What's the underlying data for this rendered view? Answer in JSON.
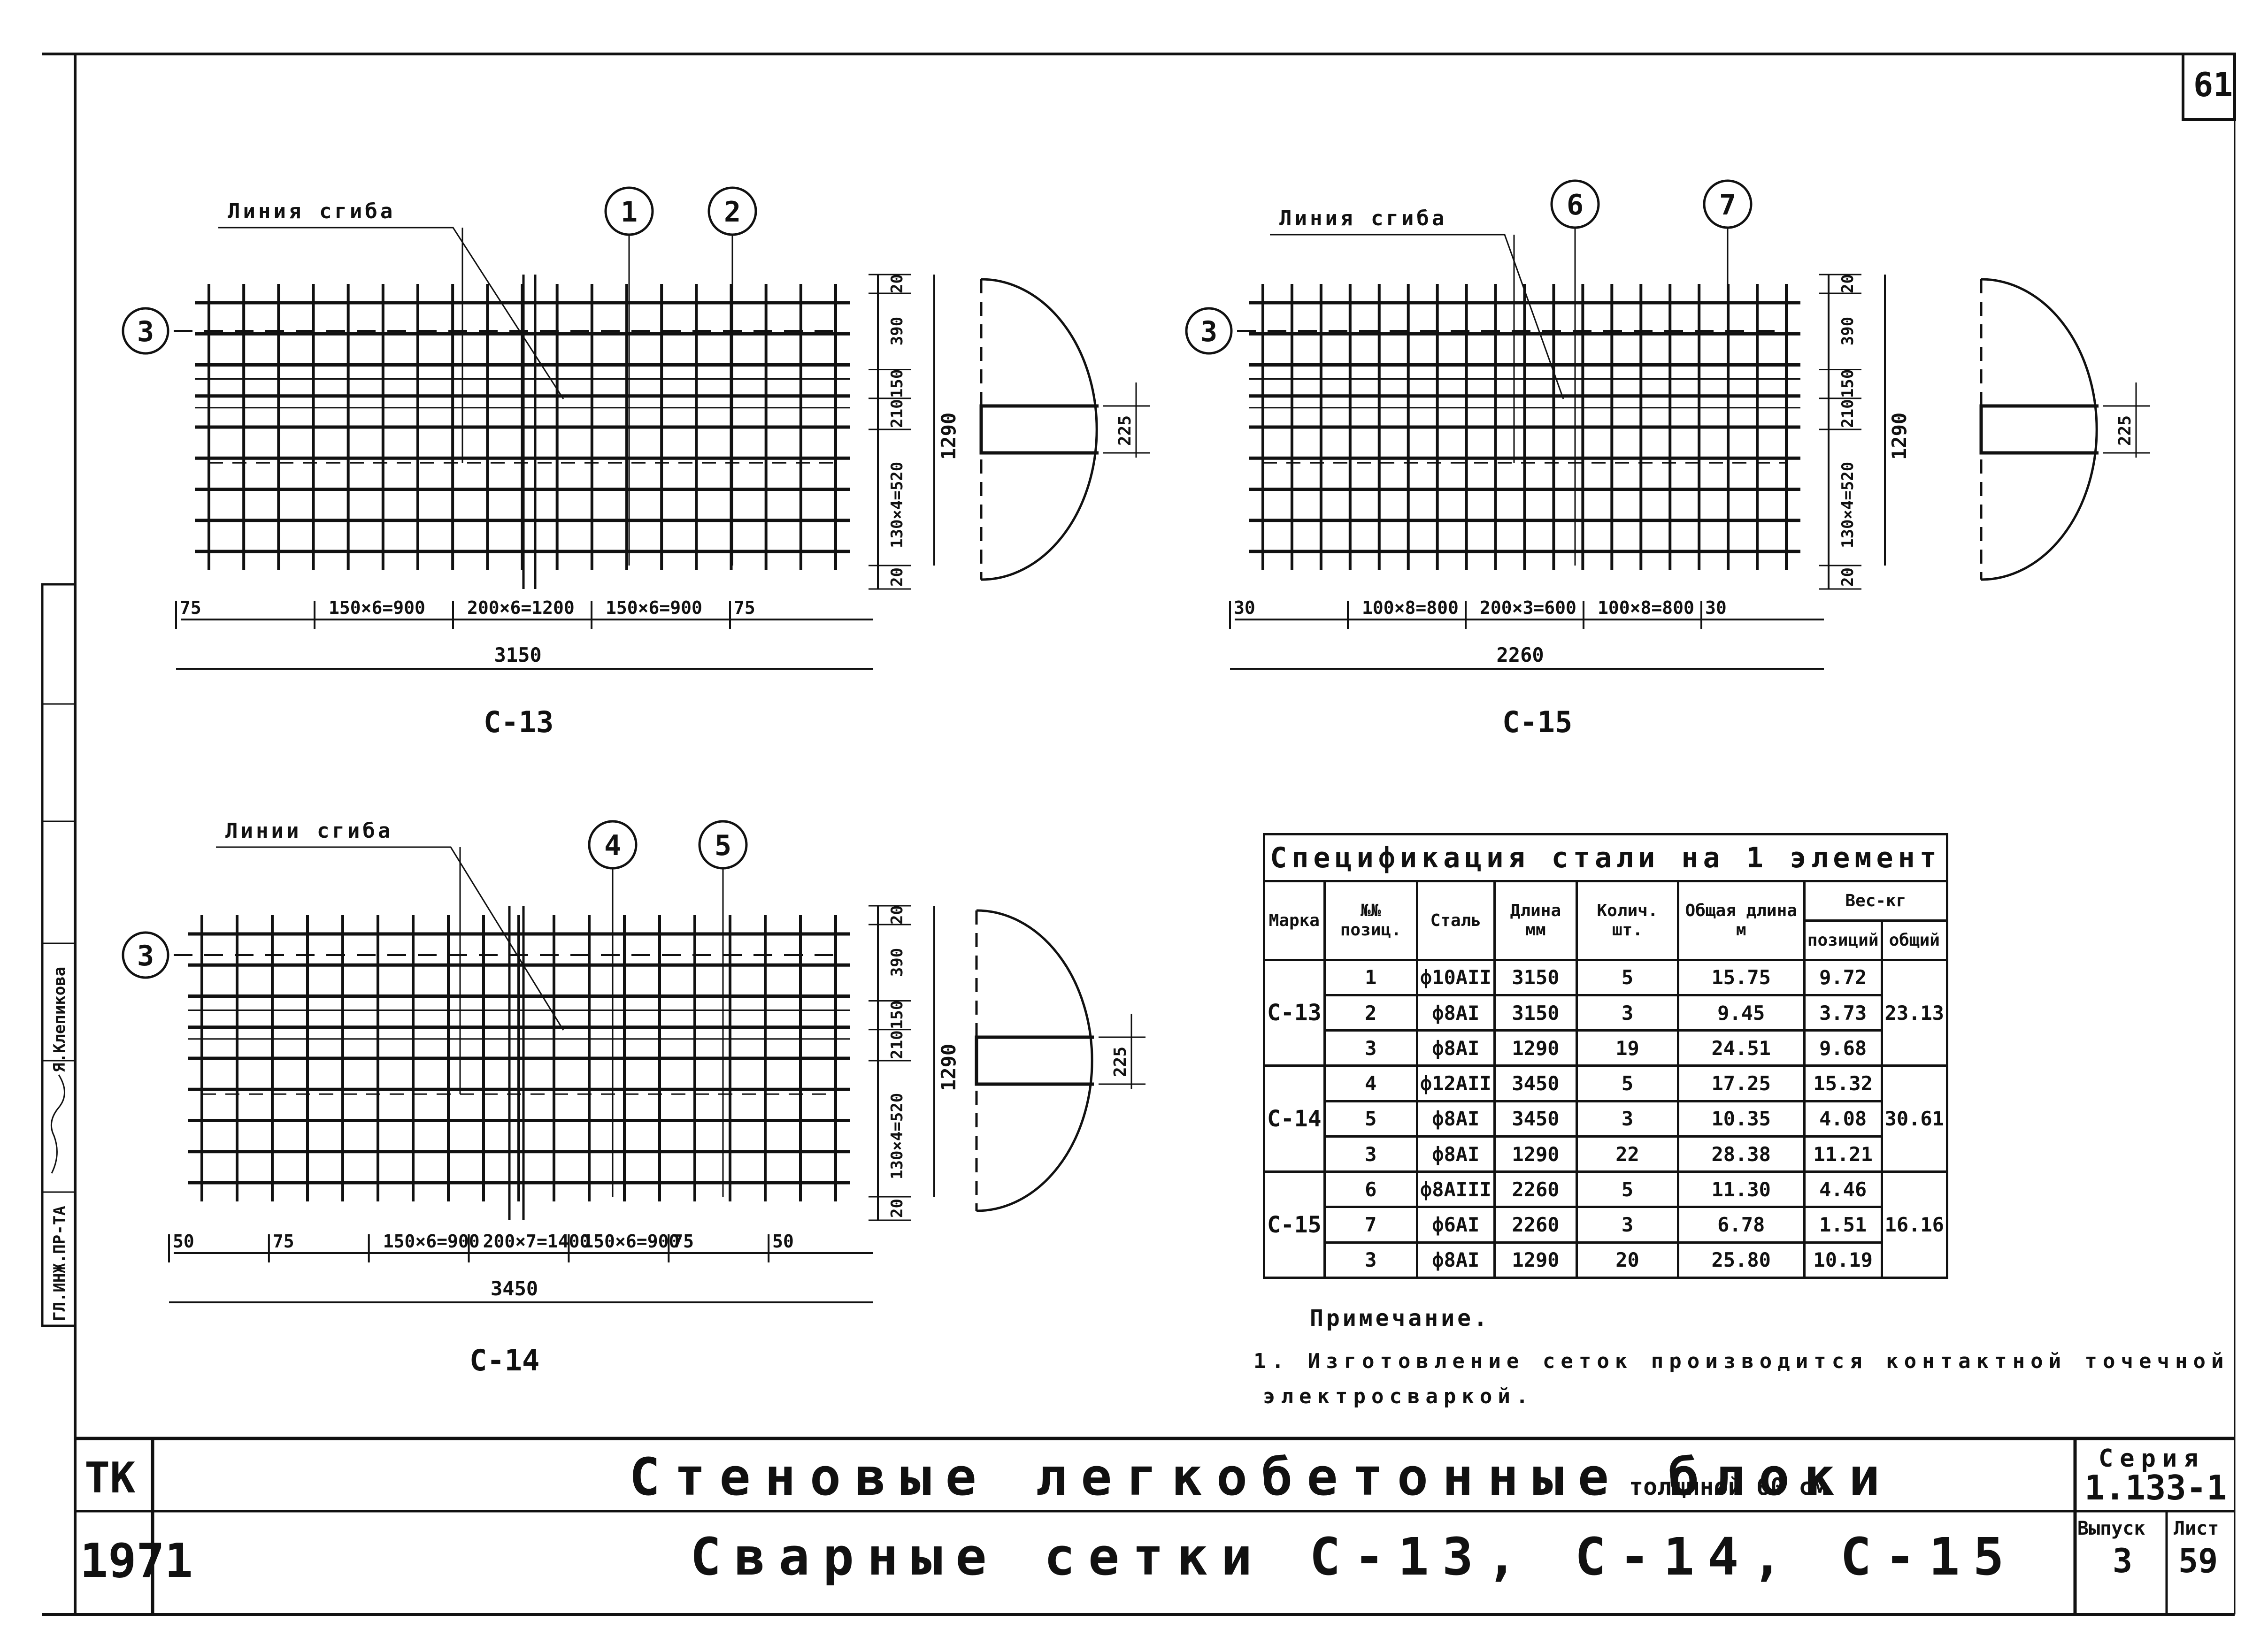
{
  "sheet_number_corner": "61",
  "bend_line_label": "Линия сгиба",
  "bend_line_label_c14": "Линии сгиба",
  "meshes": [
    {
      "mark": "С-13",
      "positions": [
        "1",
        "2",
        "3"
      ],
      "h_dims": [
        "75",
        "150×6=900",
        "200×6=1200",
        "150×6=900",
        "75"
      ],
      "total": "3150",
      "v_dims": [
        "20",
        "390",
        "150",
        "210",
        "130×4=520",
        "20"
      ],
      "height": "1290",
      "section_dim": "225"
    },
    {
      "mark": "С-15",
      "positions": [
        "6",
        "7",
        "3"
      ],
      "h_dims": [
        "30",
        "100×8=800",
        "200×3=600",
        "100×8=800",
        "30"
      ],
      "total": "2260",
      "v_dims": [
        "20",
        "390",
        "150",
        "210",
        "130×4=520",
        "20"
      ],
      "height": "1290",
      "section_dim": "225"
    },
    {
      "mark": "С-14",
      "positions": [
        "4",
        "5",
        "3"
      ],
      "h_dims": [
        "50",
        "75",
        "150×6=900",
        "200×7=1400",
        "150×6=900",
        "75",
        "50"
      ],
      "total": "3450",
      "v_dims": [
        "20",
        "390",
        "150",
        "210",
        "130×4=520",
        "20"
      ],
      "height": "1290",
      "section_dim": "225"
    }
  ],
  "spec": {
    "caption": "Спецификация стали на 1 элемент",
    "headers": {
      "mark": "Марка",
      "pos": "№№ позиц.",
      "steel": "Сталь",
      "length": "Длина мм",
      "qty": "Колич. шт.",
      "total_len": "Общая длина м",
      "weight": "Вес-кг",
      "w_pos": "позиций",
      "w_total": "общий"
    },
    "groups": [
      {
        "mark": "С-13",
        "total": "23.13",
        "rows": [
          {
            "pos": "1",
            "steel": "ф10АII",
            "len": "3150",
            "qty": "5",
            "tlen": "15.75",
            "w": "9.72"
          },
          {
            "pos": "2",
            "steel": "ф8АI",
            "len": "3150",
            "qty": "3",
            "tlen": "9.45",
            "w": "3.73"
          },
          {
            "pos": "3",
            "steel": "ф8АI",
            "len": "1290",
            "qty": "19",
            "tlen": "24.51",
            "w": "9.68"
          }
        ]
      },
      {
        "mark": "С-14",
        "total": "30.61",
        "rows": [
          {
            "pos": "4",
            "steel": "ф12АII",
            "len": "3450",
            "qty": "5",
            "tlen": "17.25",
            "w": "15.32"
          },
          {
            "pos": "5",
            "steel": "ф8АI",
            "len": "3450",
            "qty": "3",
            "tlen": "10.35",
            "w": "4.08"
          },
          {
            "pos": "3",
            "steel": "ф8АI",
            "len": "1290",
            "qty": "22",
            "tlen": "28.38",
            "w": "11.21"
          }
        ]
      },
      {
        "mark": "С-15",
        "total": "16.16",
        "rows": [
          {
            "pos": "6",
            "steel": "ф8АIII",
            "len": "2260",
            "qty": "5",
            "tlen": "11.30",
            "w": "4.46"
          },
          {
            "pos": "7",
            "steel": "ф6АI",
            "len": "2260",
            "qty": "3",
            "tlen": "6.78",
            "w": "1.51"
          },
          {
            "pos": "3",
            "steel": "ф8АI",
            "len": "1290",
            "qty": "20",
            "tlen": "25.80",
            "w": "10.19"
          }
        ]
      }
    ]
  },
  "note_title": "Примечание.",
  "note_text_1": "1. Изготовление сеток производится контактной точечной",
  "note_text_2": "электросваркой.",
  "side_stamp": {
    "role": "ГЛ.ИНЖ.ПР-ТА",
    "name": "Я.Клепикова"
  },
  "title_block": {
    "org": "ТК",
    "year": "1971",
    "title1": "Стеновые легкобетонные блоки",
    "title1_small": "толщиной 60 см",
    "title2": "Сварные сетки С-13, С-14, С-15",
    "series_label": "Серия",
    "series": "1.133-1",
    "issue_label": "Выпуск",
    "issue": "3",
    "sheet_label": "Лист",
    "sheet": "59"
  }
}
